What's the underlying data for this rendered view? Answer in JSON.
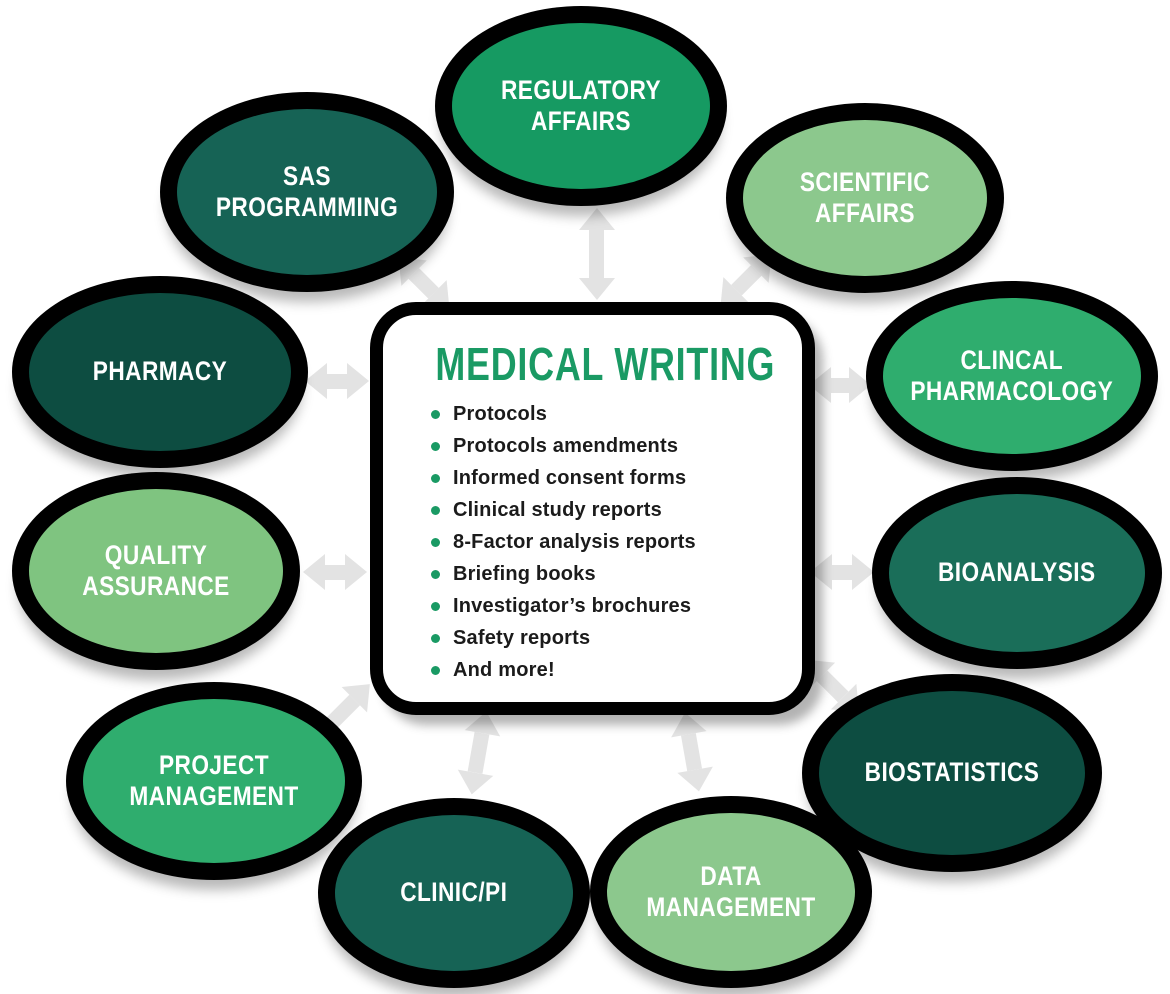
{
  "diagram": {
    "center": {
      "title": "MEDICAL WRITING",
      "items": [
        "Protocols",
        "Protocols amendments",
        "Informed consent forms",
        "Clinical study reports",
        "8-Factor analysis reports",
        "Briefing books",
        "Investigator’s brochures",
        "Safety reports",
        "And more!"
      ]
    },
    "nodes": [
      {
        "id": "regulatory-affairs",
        "label": "REGULATORY AFFAIRS",
        "color": "#169A62",
        "text_color": "#FFFFFF"
      },
      {
        "id": "sas-programming",
        "label": "SAS PROGRAMMING",
        "color": "#166355",
        "text_color": "#FFFFFF"
      },
      {
        "id": "scientific-affairs",
        "label": "SCIENTIFIC AFFAIRS",
        "color": "#8CC88D",
        "text_color": "#FFFFFF"
      },
      {
        "id": "clincal-pharmacology",
        "label": "CLINCAL PHARMACOLOGY",
        "color": "#2FAD6E",
        "text_color": "#FFFFFF"
      },
      {
        "id": "pharmacy",
        "label": "PHARMACY",
        "color": "#0D4D41",
        "text_color": "#FFFFFF"
      },
      {
        "id": "quality-assurance",
        "label": "QUALITY ASSURANCE",
        "color": "#7FC480",
        "text_color": "#FFFFFF"
      },
      {
        "id": "bioanalysis",
        "label": "BIOANALYSIS",
        "color": "#1A6E59",
        "text_color": "#FFFFFF"
      },
      {
        "id": "project-management",
        "label": "PROJECT MANAGEMENT",
        "color": "#2FAD6E",
        "text_color": "#FFFFFF"
      },
      {
        "id": "biostatistics",
        "label": "BIOSTATISTICS",
        "color": "#0D4D41",
        "text_color": "#FFFFFF"
      },
      {
        "id": "clinic-pi",
        "label": "CLINIC/PI",
        "color": "#166355",
        "text_color": "#FFFFFF"
      },
      {
        "id": "data-management",
        "label": "DATA MANAGEMENT",
        "color": "#8CC88D",
        "text_color": "#FFFFFF"
      }
    ],
    "connector": {
      "icon": "double-arrow-icon",
      "color": "#E3E3E3"
    },
    "colors": {
      "title_green": "#1A9A64",
      "bullet_green": "#1A9A64",
      "connector_gray": "#E3E3E3",
      "outline_black": "#000000",
      "panel_bg": "#FFFFFF",
      "body_text": "#1B1B1B"
    }
  }
}
